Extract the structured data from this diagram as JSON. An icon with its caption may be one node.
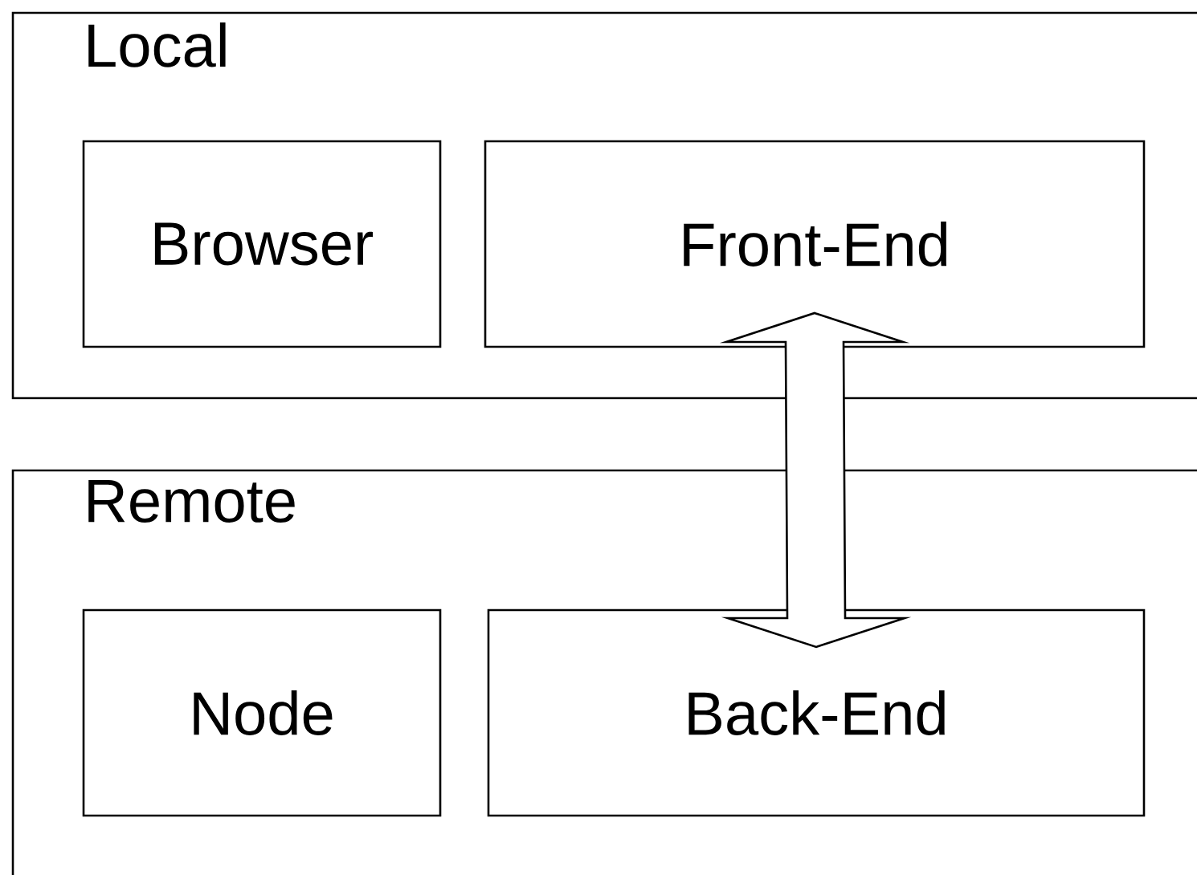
{
  "diagram": {
    "nodes": [
      {
        "text": [
          "Local"
        ]
      },
      {
        "text": [
          "Browser"
        ],
        "in": 0
      },
      {
        "text": [
          "Front-End"
        ],
        "in": 0
      },
      {
        "text": [
          "Remote"
        ]
      },
      {
        "text": [
          "Node"
        ],
        "in": 3
      },
      {
        "text": [
          "Back-End"
        ],
        "in": 3
      }
    ],
    "edges": [
      {
        "from": 2,
        "to": 5,
        "arrow": "both"
      }
    ]
  }
}
